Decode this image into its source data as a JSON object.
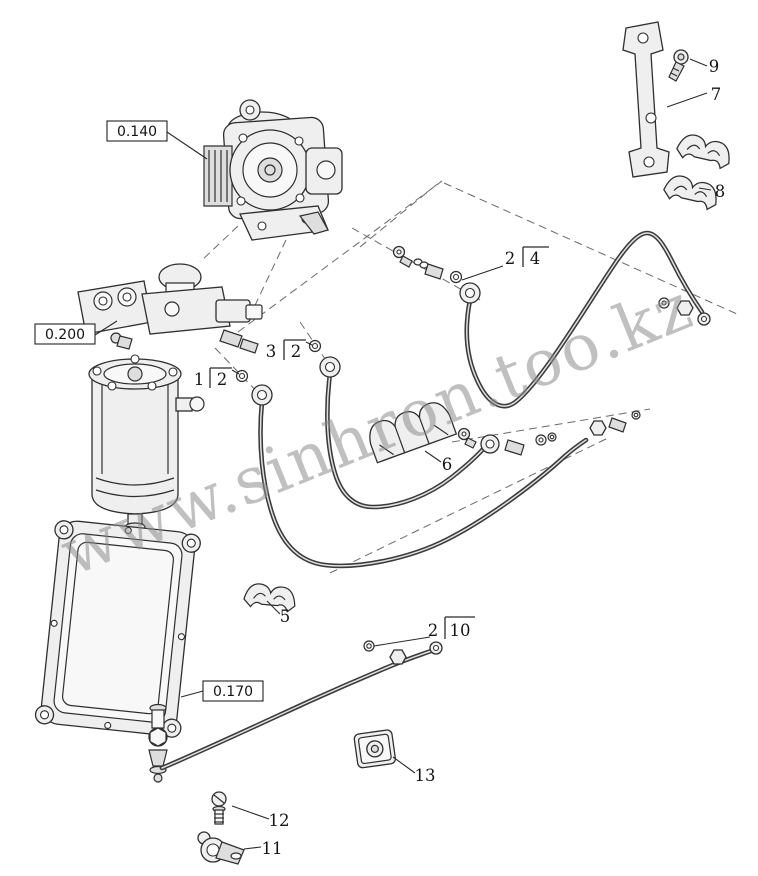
{
  "watermark": {
    "text": "www.sinhron.too.kz"
  },
  "labels": {
    "ref_0140": "0.140",
    "ref_0200": "0.200",
    "ref_0170": "0.170",
    "n1": "1",
    "n2a": "2",
    "n2b": "2",
    "n2c": "2",
    "n2d": "2",
    "n3": "3",
    "n4": "4",
    "n5": "5",
    "n6": "6",
    "n7": "7",
    "n8": "8",
    "n9": "9",
    "n10": "10",
    "n11": "11",
    "n12": "12",
    "n13": "13"
  },
  "colors": {
    "background": "#ffffff",
    "line": "#2f2f2f",
    "watermark": "#8d8d8d"
  }
}
